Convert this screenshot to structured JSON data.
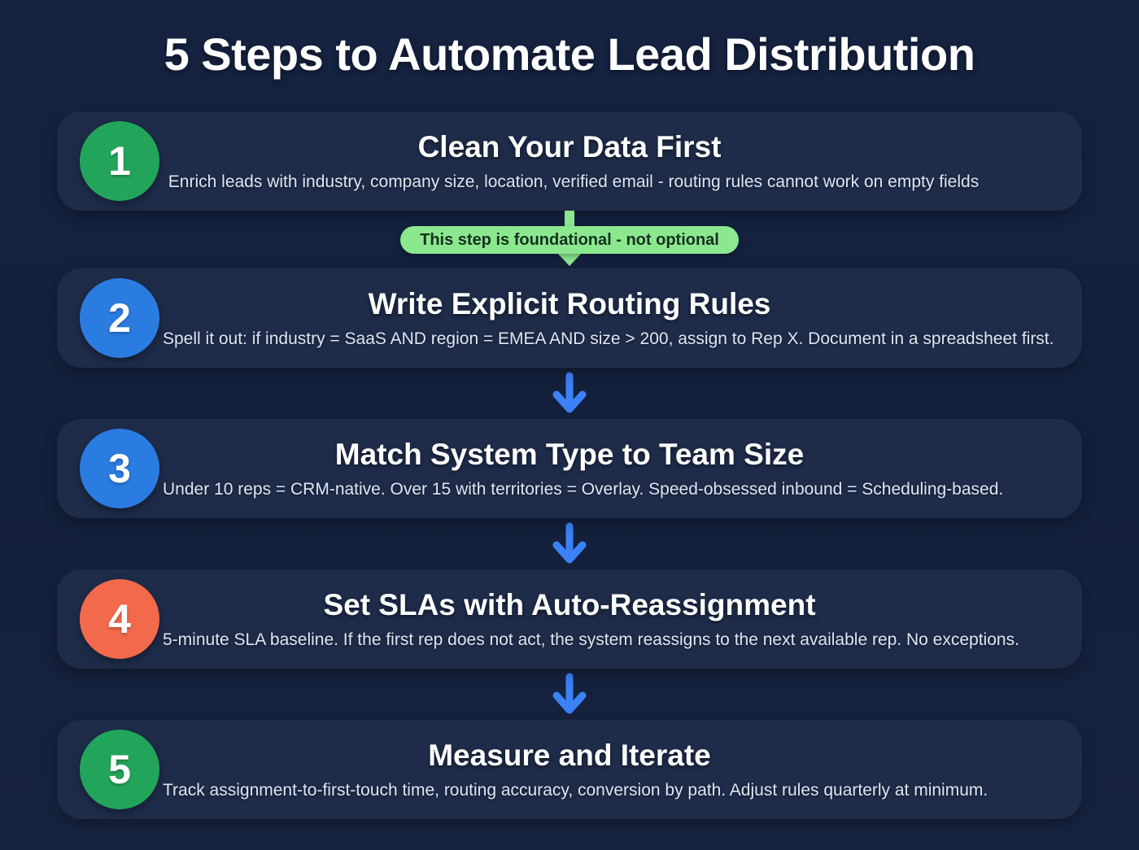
{
  "title": "5 Steps to Automate Lead Distribution",
  "callout": {
    "label": "This step is foundational - not optional",
    "bg_color": "#8ce88f",
    "text_color": "#14301f"
  },
  "steps": [
    {
      "number": "1",
      "title": "Clean Your Data First",
      "description": "Enrich leads with industry, company size, location, verified email - routing rules cannot work on empty fields",
      "color": "#22a55b"
    },
    {
      "number": "2",
      "title": "Write Explicit Routing Rules",
      "description": "Spell it out: if industry = SaaS AND region = EMEA AND size > 200, assign to Rep X. Document in a spreadsheet first.",
      "color": "#2b7ce0"
    },
    {
      "number": "3",
      "title": "Match System Type to Team Size",
      "description": "Under 10 reps = CRM-native. Over 15 with territories = Overlay. Speed-obsessed inbound = Scheduling-based.",
      "color": "#2b7ce0"
    },
    {
      "number": "4",
      "title": "Set SLAs with Auto-Reassignment",
      "description": "5-minute SLA baseline. If the first rep does not act, the system reassigns to the next available rep. No exceptions.",
      "color": "#f2694b"
    },
    {
      "number": "5",
      "title": "Measure and Iterate",
      "description": "Track assignment-to-first-touch time, routing accuracy, conversion by path. Adjust rules quarterly at minimum.",
      "color": "#22a55b"
    }
  ],
  "colors": {
    "page_bg": "#142140",
    "card_bg": "#1e2c4a",
    "arrow_blue": "#3b82f6",
    "title_white": "#ffffff",
    "desc_gray": "#dfe5f1"
  }
}
